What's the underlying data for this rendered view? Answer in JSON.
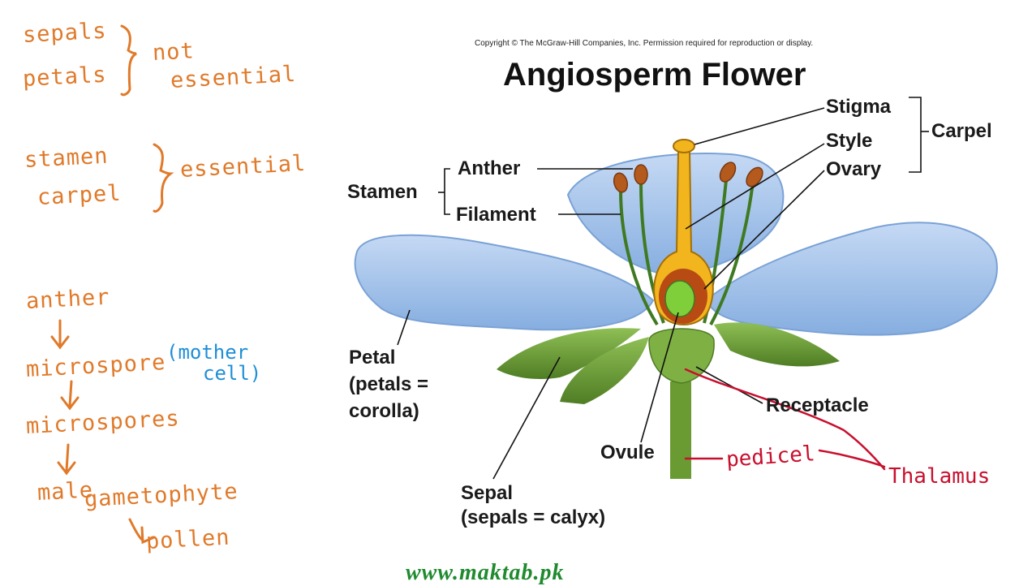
{
  "copyright": "Copyright © The McGraw-Hill Companies, Inc. Permission required for reproduction or display.",
  "title": "Angiosperm Flower",
  "labels": {
    "stigma": "Stigma",
    "style": "Style",
    "ovary": "Ovary",
    "carpel": "Carpel",
    "anther": "Anther",
    "filament": "Filament",
    "stamen": "Stamen",
    "petal_line1": "Petal",
    "petal_line2": "(petals =",
    "petal_line3": "corolla)",
    "receptacle": "Receptacle",
    "ovule": "Ovule",
    "sepal_line1": "Sepal",
    "sepal_line2": "(sepals = calyx)"
  },
  "notes": {
    "sepals": "sepals",
    "petals": "petals",
    "not": "not",
    "essential1": "essential",
    "stamen": "stamen",
    "carpel": "carpel",
    "essential2": "essential",
    "anther": "anther",
    "microspore": "microspore",
    "mother_cell_1": "(mother",
    "mother_cell_2": "cell)",
    "microspores": "microspores",
    "male": "male",
    "gametophyte": "gametophyte",
    "pollen": "pollen",
    "pedicel": "pedicel",
    "thalamus": "Thalamus"
  },
  "website": "www.maktab.pk",
  "colors": {
    "annotation_orange": "#e07a2a",
    "annotation_blue": "#1e8fd8",
    "annotation_red": "#c8102e",
    "petal_blue": "#a9c6ec",
    "leaf_green": "#6e9b34",
    "carpel_yellow": "#f2b51e",
    "website_green": "#1f8a2e"
  }
}
